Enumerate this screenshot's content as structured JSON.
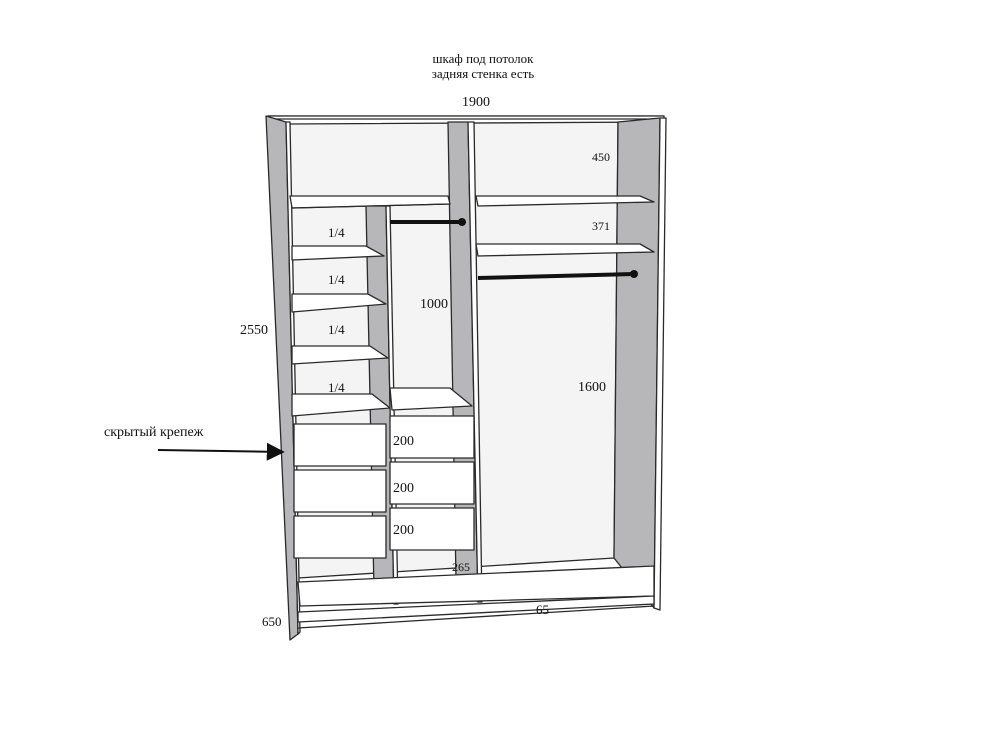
{
  "header": {
    "line1": "шкаф под потолок",
    "line2": "задняя стенка есть"
  },
  "dimensions": {
    "width": "1900",
    "height": "2550",
    "depth": "650",
    "plinth": "65",
    "top_compartment": "450",
    "second_compartment": "371",
    "middle_section": "1000",
    "hanging_section": "1600",
    "bottom_gap": "265",
    "shelf_fraction": "1/4",
    "drawer_1": "200",
    "drawer_2": "200",
    "drawer_3": "200"
  },
  "annotation": {
    "label": "скрытый крепеж"
  },
  "colors": {
    "panel_side": "#b7b7b9",
    "panel_face": "#ffffff",
    "outline": "#2a2a2a",
    "rod": "#111111"
  }
}
